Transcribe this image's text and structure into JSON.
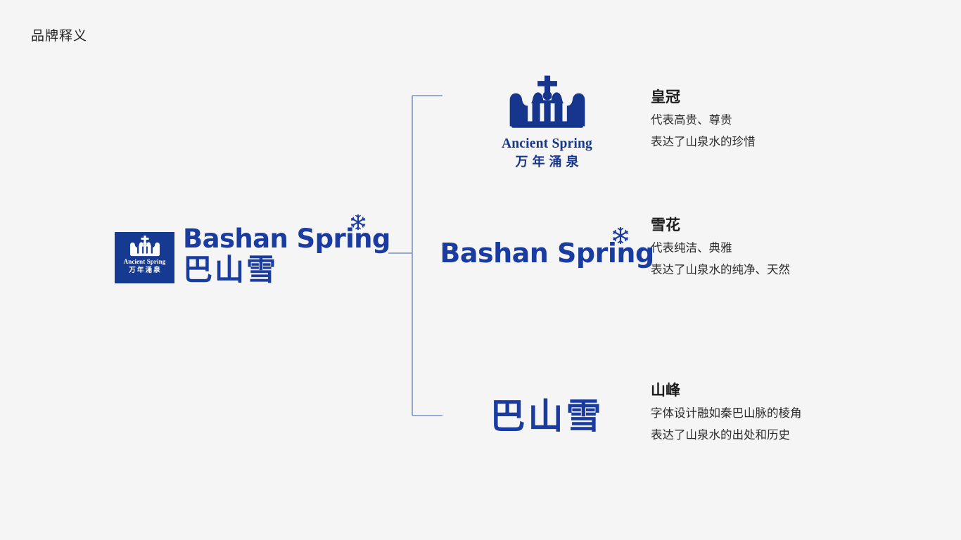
{
  "page": {
    "title": "品牌释义",
    "background_color": "#f5f5f5",
    "brand_blue": "#1a3ca0",
    "badge_blue": "#163a92",
    "connector_color": "#7d92c9"
  },
  "master_logo": {
    "badge": {
      "icon": "crown-icon",
      "english": "Ancient Spring",
      "chinese": "万年涌泉"
    },
    "english_wordmark": "Bashan Spring",
    "chinese_wordmark": "巴山雪",
    "snowflake_icon": "snowflake-icon"
  },
  "elements": [
    {
      "key": "crown",
      "visual": {
        "type": "crown-mark",
        "icon": "crown-icon",
        "english": "Ancient Spring",
        "chinese": "万年涌泉"
      },
      "title": "皇冠",
      "lines": [
        "代表高贵、尊贵",
        "表达了山泉水的珍惜"
      ]
    },
    {
      "key": "snowflake",
      "visual": {
        "type": "english-wordmark",
        "text": "Bashan Spring",
        "icon": "snowflake-icon"
      },
      "title": "雪花",
      "lines": [
        "代表纯洁、典雅",
        "表达了山泉水的纯净、天然"
      ]
    },
    {
      "key": "mountain",
      "visual": {
        "type": "chinese-wordmark",
        "text": "巴山雪"
      },
      "title": "山峰",
      "lines": [
        "字体设计融如秦巴山脉的棱角",
        "表达了山泉水的出处和历史"
      ]
    }
  ]
}
